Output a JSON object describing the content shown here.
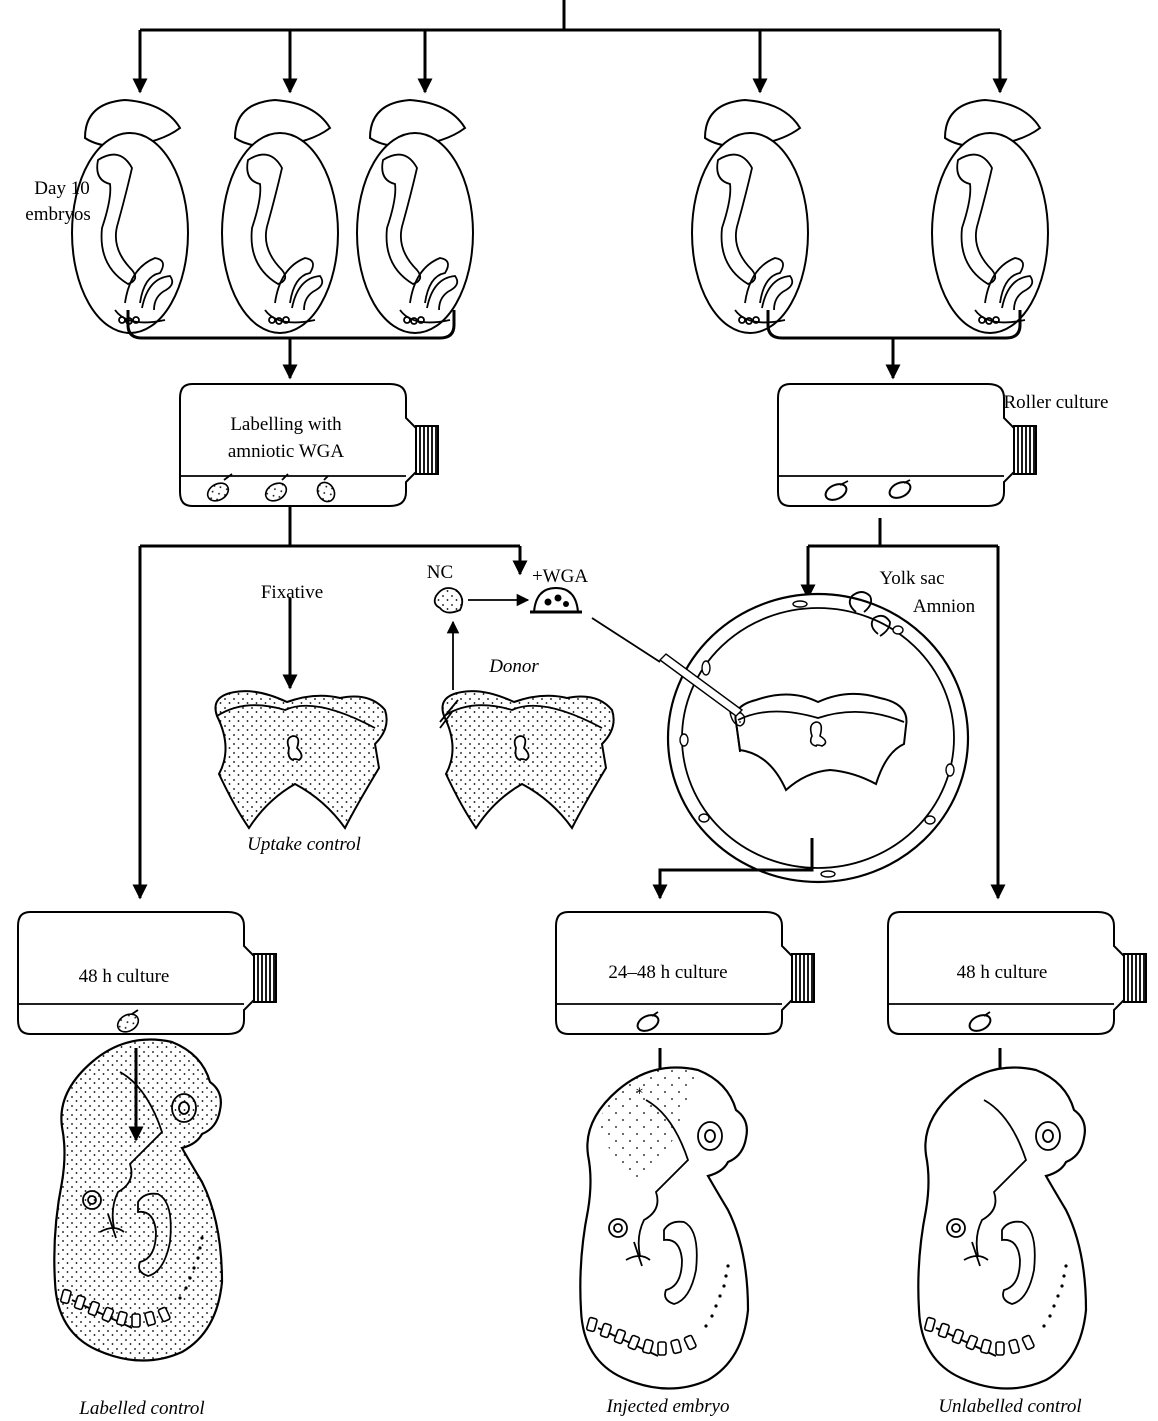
{
  "labels": {
    "day10_line1": "Day 10",
    "day10_line2": "embryos",
    "labelling_line1": "Labelling with",
    "labelling_line2": "amniotic WGA",
    "roller": "Roller culture",
    "fixative": "Fixative",
    "nc": "NC",
    "wga": "+WGA",
    "donor": "Donor",
    "yolk_sac": "Yolk sac",
    "amnion": "Amnion",
    "uptake_control": "Uptake control",
    "culture_48_left": "48 h culture",
    "culture_24_48": "24–48 h culture",
    "culture_48_right": "48 h culture",
    "labelled_control": "Labelled control",
    "injected_embryo": "Injected embryo",
    "unlabelled_control": "Unlabelled control"
  }
}
